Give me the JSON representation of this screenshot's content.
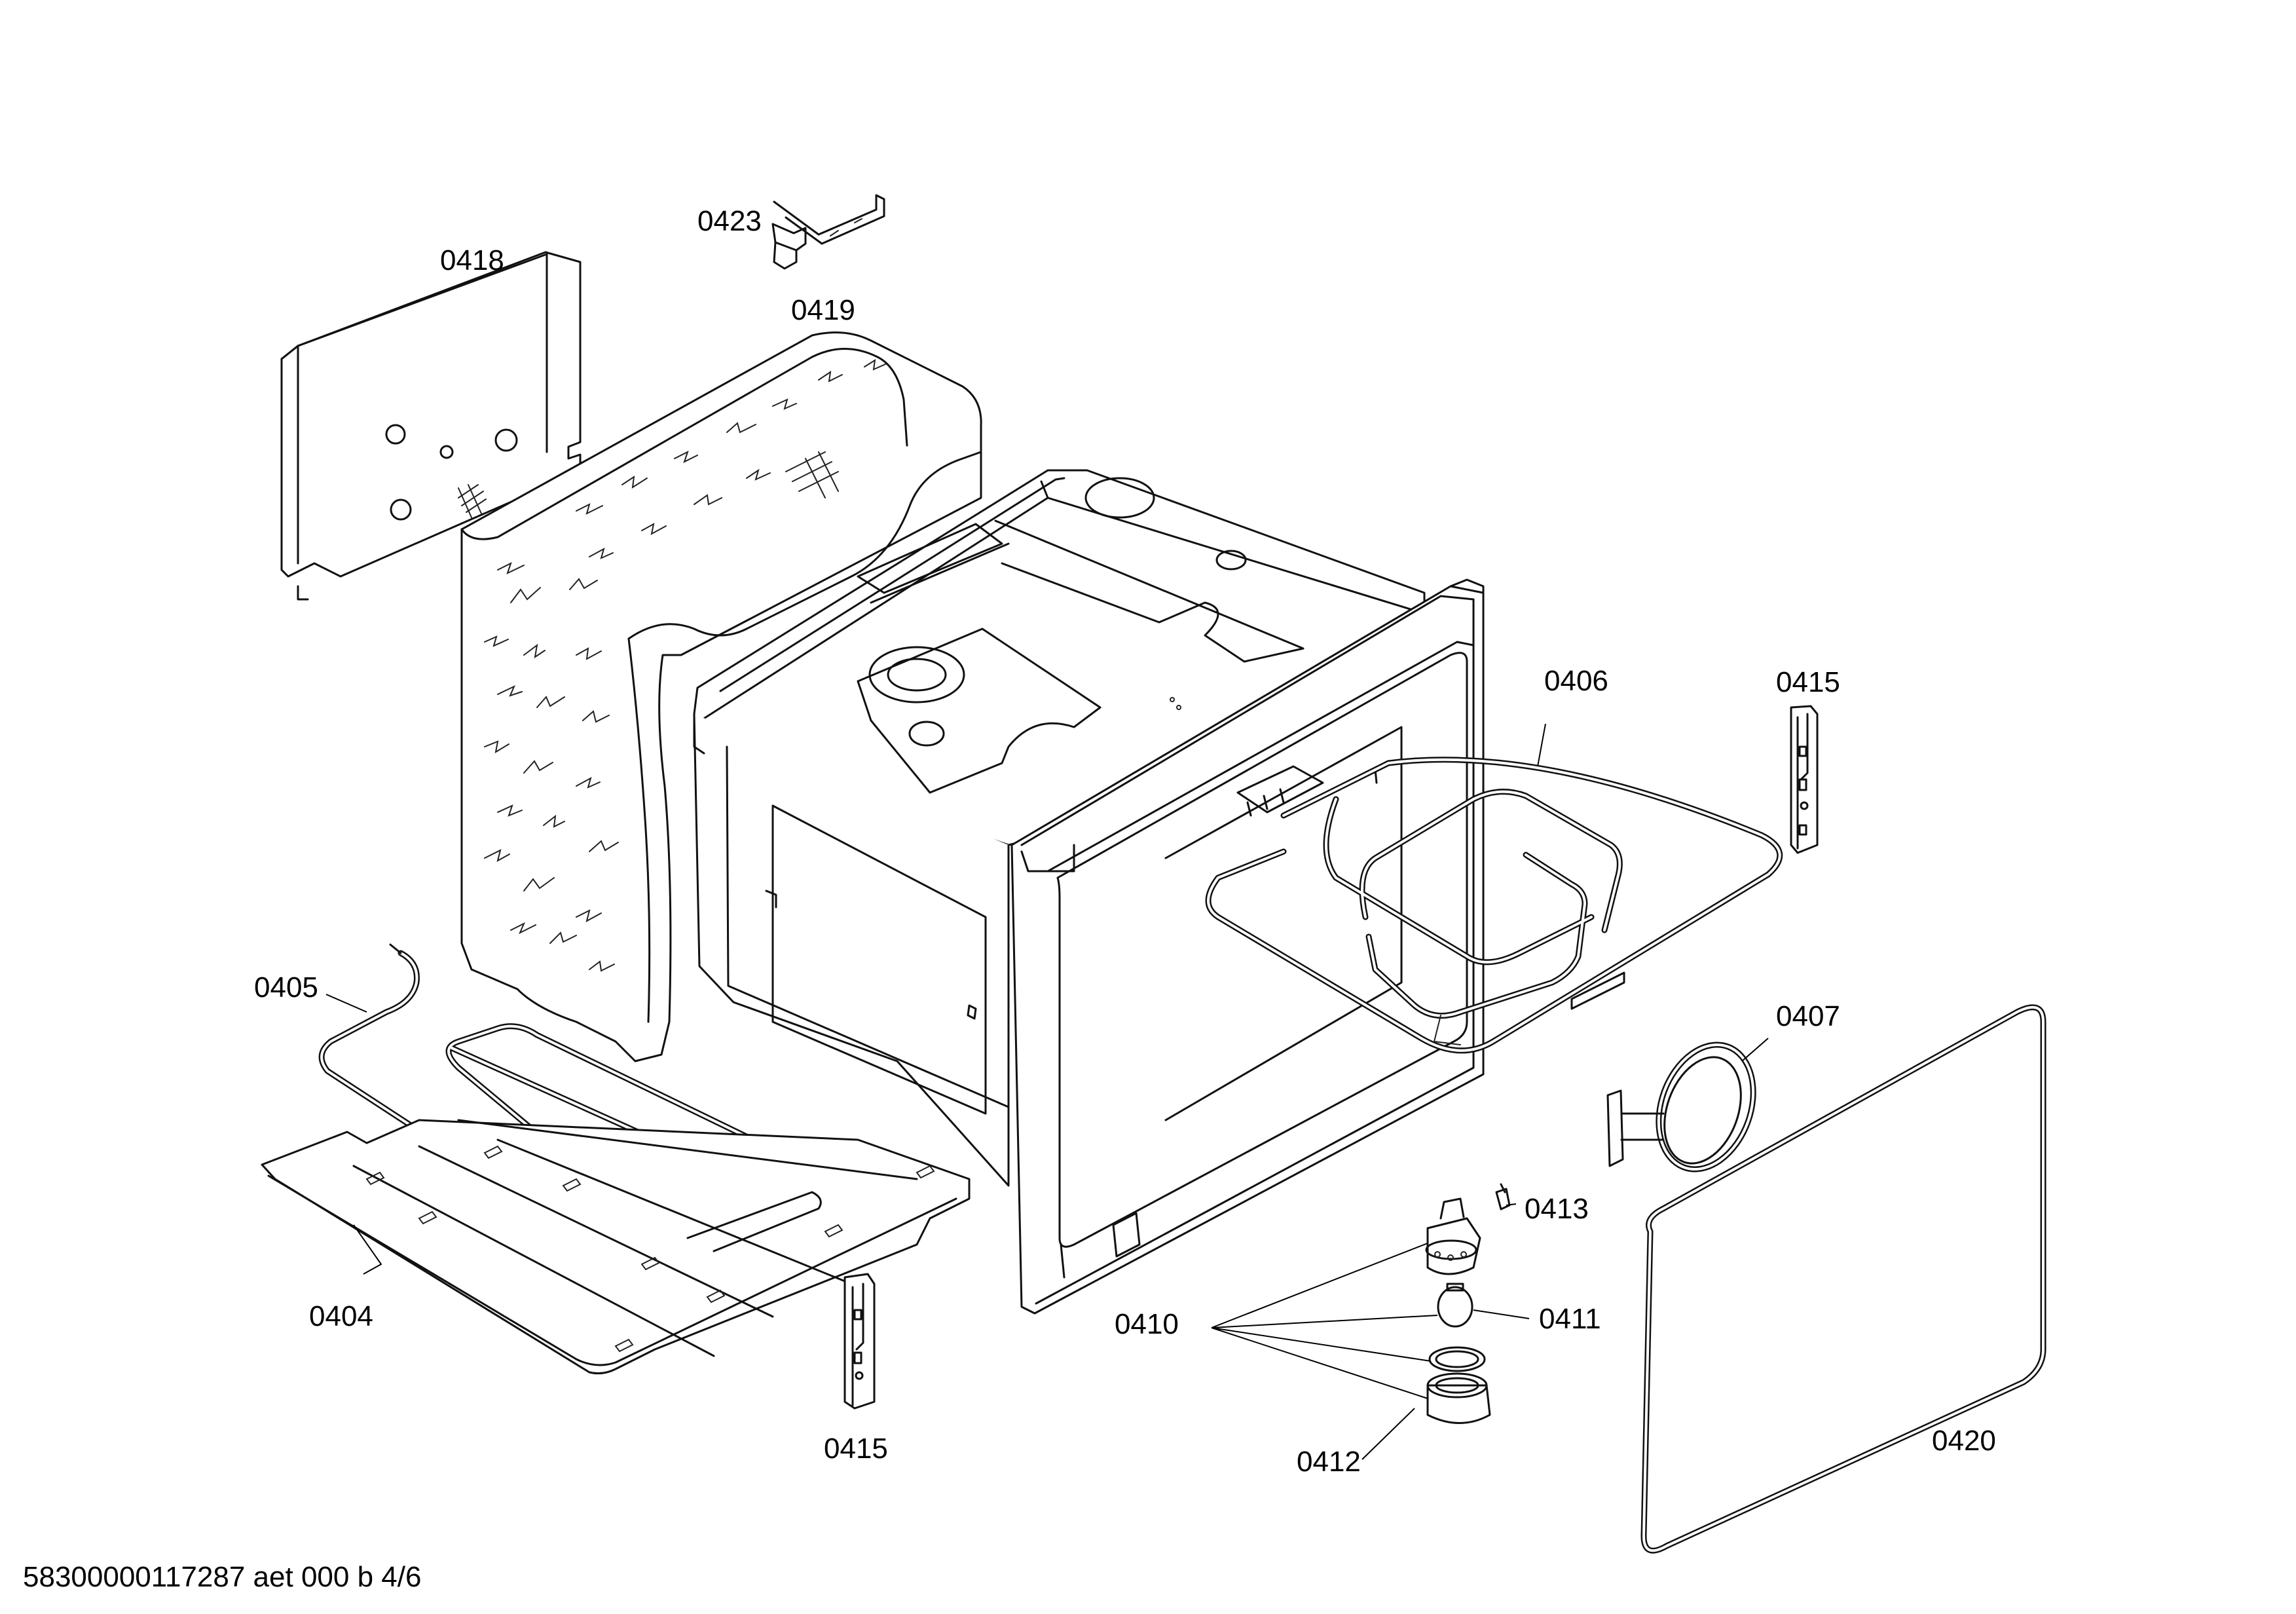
{
  "parts": {
    "p0418": "0418",
    "p0423": "0423",
    "p0419": "0419",
    "p0406": "0406",
    "p0415_top": "0415",
    "p0405": "0405",
    "p0407": "0407",
    "p0413": "0413",
    "p0404": "0404",
    "p0410": "0410",
    "p0411": "0411",
    "p0415_bottom": "0415",
    "p0412": "0412",
    "p0420": "0420"
  },
  "footer": {
    "document_code": "58300000117287 aet 000 b 4/6"
  }
}
